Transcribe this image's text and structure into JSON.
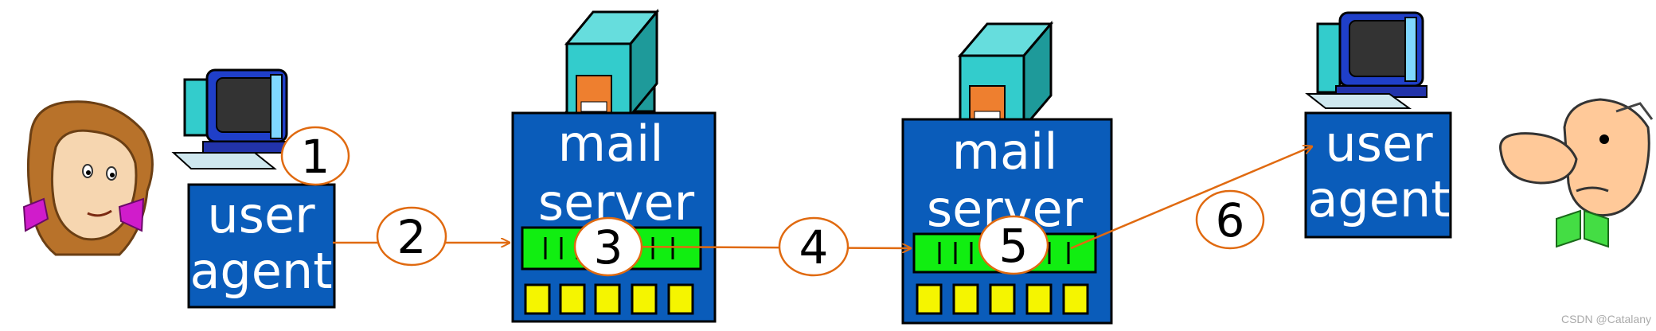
{
  "user_agent_left": {
    "line1": "user",
    "line2": "agent"
  },
  "mail_server_left": {
    "line1": "mail",
    "line2": "server"
  },
  "mail_server_right": {
    "line1": "mail",
    "line2": "server"
  },
  "user_agent_right": {
    "line1": "user",
    "line2": "agent"
  },
  "steps": [
    "1",
    "2",
    "3",
    "4",
    "5",
    "6"
  ],
  "watermark": "CSDN @Catalany",
  "colors": {
    "box_blue": "#0a5cba",
    "arrow_orange": "#e06a10",
    "queue_green": "#11ee11",
    "slot_yellow": "#f5f500",
    "tower_teal": "#33cccc",
    "tower_orange": "#ee7f2f"
  }
}
